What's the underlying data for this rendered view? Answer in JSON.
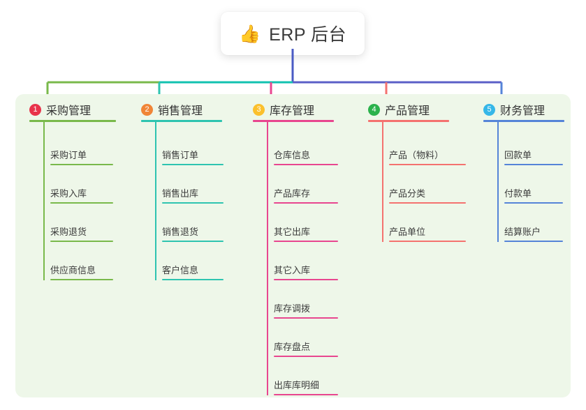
{
  "root": {
    "icon": "thumbs-up-icon",
    "emoji": "👍",
    "title": "ERP 后台"
  },
  "palette": {
    "panel_bg": "#eef7e9",
    "canvas_bg": "#ffffff",
    "text": "#3c3c3c",
    "title_text": "#333333",
    "trunk": "#4a5bc4"
  },
  "connector": {
    "segments": [
      {
        "name": "bar-green",
        "color": "#79b94b"
      },
      {
        "name": "bar-teal",
        "color": "#12c2b0"
      },
      {
        "name": "bar-purple",
        "color": "#5b5fc7"
      }
    ]
  },
  "columns": [
    {
      "number": "1",
      "title": "采购管理",
      "badge_color": "#e8334a",
      "line_color": "#79b94b",
      "items": [
        "采购订单",
        "采购入库",
        "采购退货",
        "供应商信息"
      ]
    },
    {
      "number": "2",
      "title": "销售管理",
      "badge_color": "#f08537",
      "line_color": "#2ec4b0",
      "items": [
        "销售订单",
        "销售出库",
        "销售退货",
        "客户信息"
      ]
    },
    {
      "number": "3",
      "title": "库存管理",
      "badge_color": "#fbc02d",
      "line_color": "#e8468f",
      "items": [
        "仓库信息",
        "产品库存",
        "其它出库",
        "其它入库",
        "库存调拨",
        "库存盘点",
        "出库库明细"
      ]
    },
    {
      "number": "4",
      "title": "产品管理",
      "badge_color": "#2bb24c",
      "line_color": "#f4726f",
      "items": [
        "产品（物料）",
        "产品分类",
        "产品单位"
      ]
    },
    {
      "number": "5",
      "title": "财务管理",
      "badge_color": "#35b7e8",
      "line_color": "#5584d8",
      "items": [
        "回款单",
        "付款单",
        "结算账户"
      ]
    }
  ]
}
